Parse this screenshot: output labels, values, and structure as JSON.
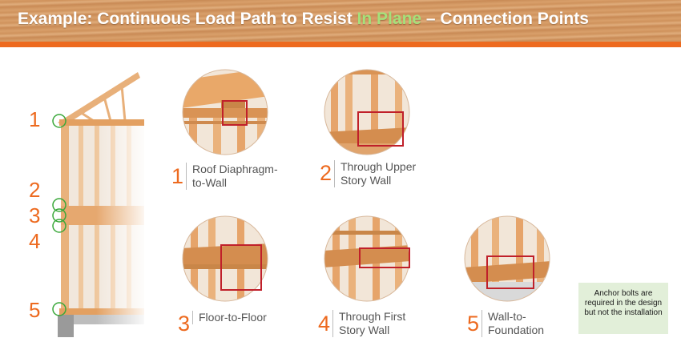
{
  "title": {
    "before": "Example: Continuous Load Path to Resist ",
    "highlight": "In Plane",
    "after": " – Connection Points"
  },
  "colors": {
    "accent": "#ed6a1f",
    "highlight": "#a6e07a",
    "marker": "#c0202a",
    "note_bg": "#e2efd9"
  },
  "side_numbers": [
    "1",
    "2",
    "3",
    "4",
    "5"
  ],
  "connections": [
    {
      "num": "1",
      "line1": "Roof Diaphragm-",
      "line2": "to-Wall"
    },
    {
      "num": "2",
      "line1": "Through Upper",
      "line2": "Story Wall"
    },
    {
      "num": "3",
      "line1": "Floor-to-Floor",
      "line2": ""
    },
    {
      "num": "4",
      "line1": "Through First",
      "line2": "Story Wall"
    },
    {
      "num": "5",
      "line1": "Wall-to-",
      "line2": "Foundation"
    }
  ],
  "note": "Anchor bolts are required in the design but not the installation"
}
